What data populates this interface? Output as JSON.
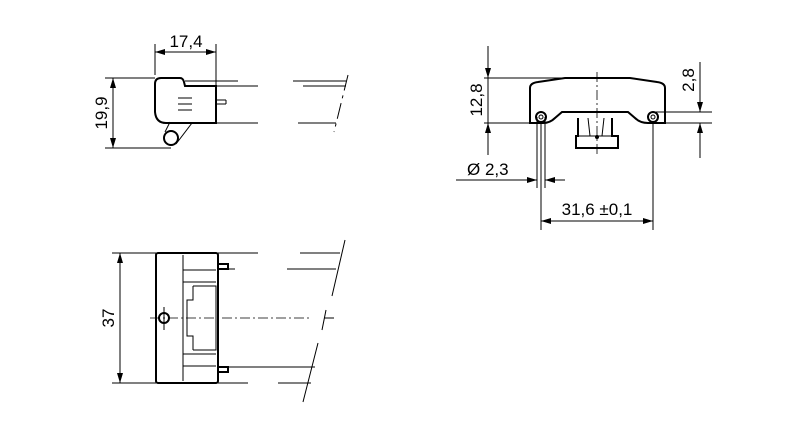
{
  "dimensions": {
    "top_width": "17,4",
    "top_height": "19,9",
    "side_height": "12,8",
    "side_offset": "2,8",
    "hole_diameter": "Ø 2,3",
    "hole_spacing": "31,6 ±0,1",
    "front_height": "37"
  }
}
